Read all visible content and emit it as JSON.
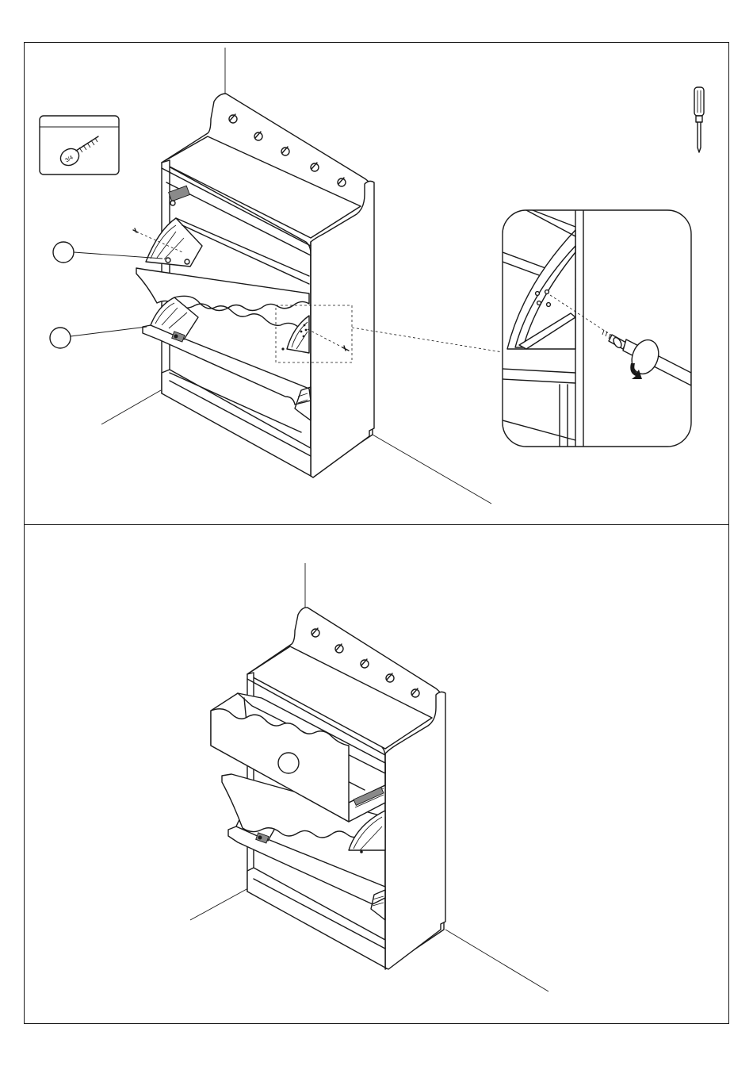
{
  "document": {
    "type": "assembly-instruction-page",
    "panels": [
      {
        "id": "step-a",
        "hardware_box": {
          "icon": "wood-screw-icon",
          "label": ""
        },
        "tool": "screwdriver-icon",
        "callouts": [
          {
            "id": "callout-1",
            "label": ""
          },
          {
            "id": "callout-2",
            "label": ""
          }
        ],
        "detail_view": {
          "icon": "screw-rotation-icon"
        }
      },
      {
        "id": "step-b",
        "callouts": [
          {
            "id": "callout-3",
            "label": ""
          }
        ]
      }
    ],
    "colors": {
      "ink": "#1a1a1a",
      "paper": "#ffffff"
    }
  }
}
